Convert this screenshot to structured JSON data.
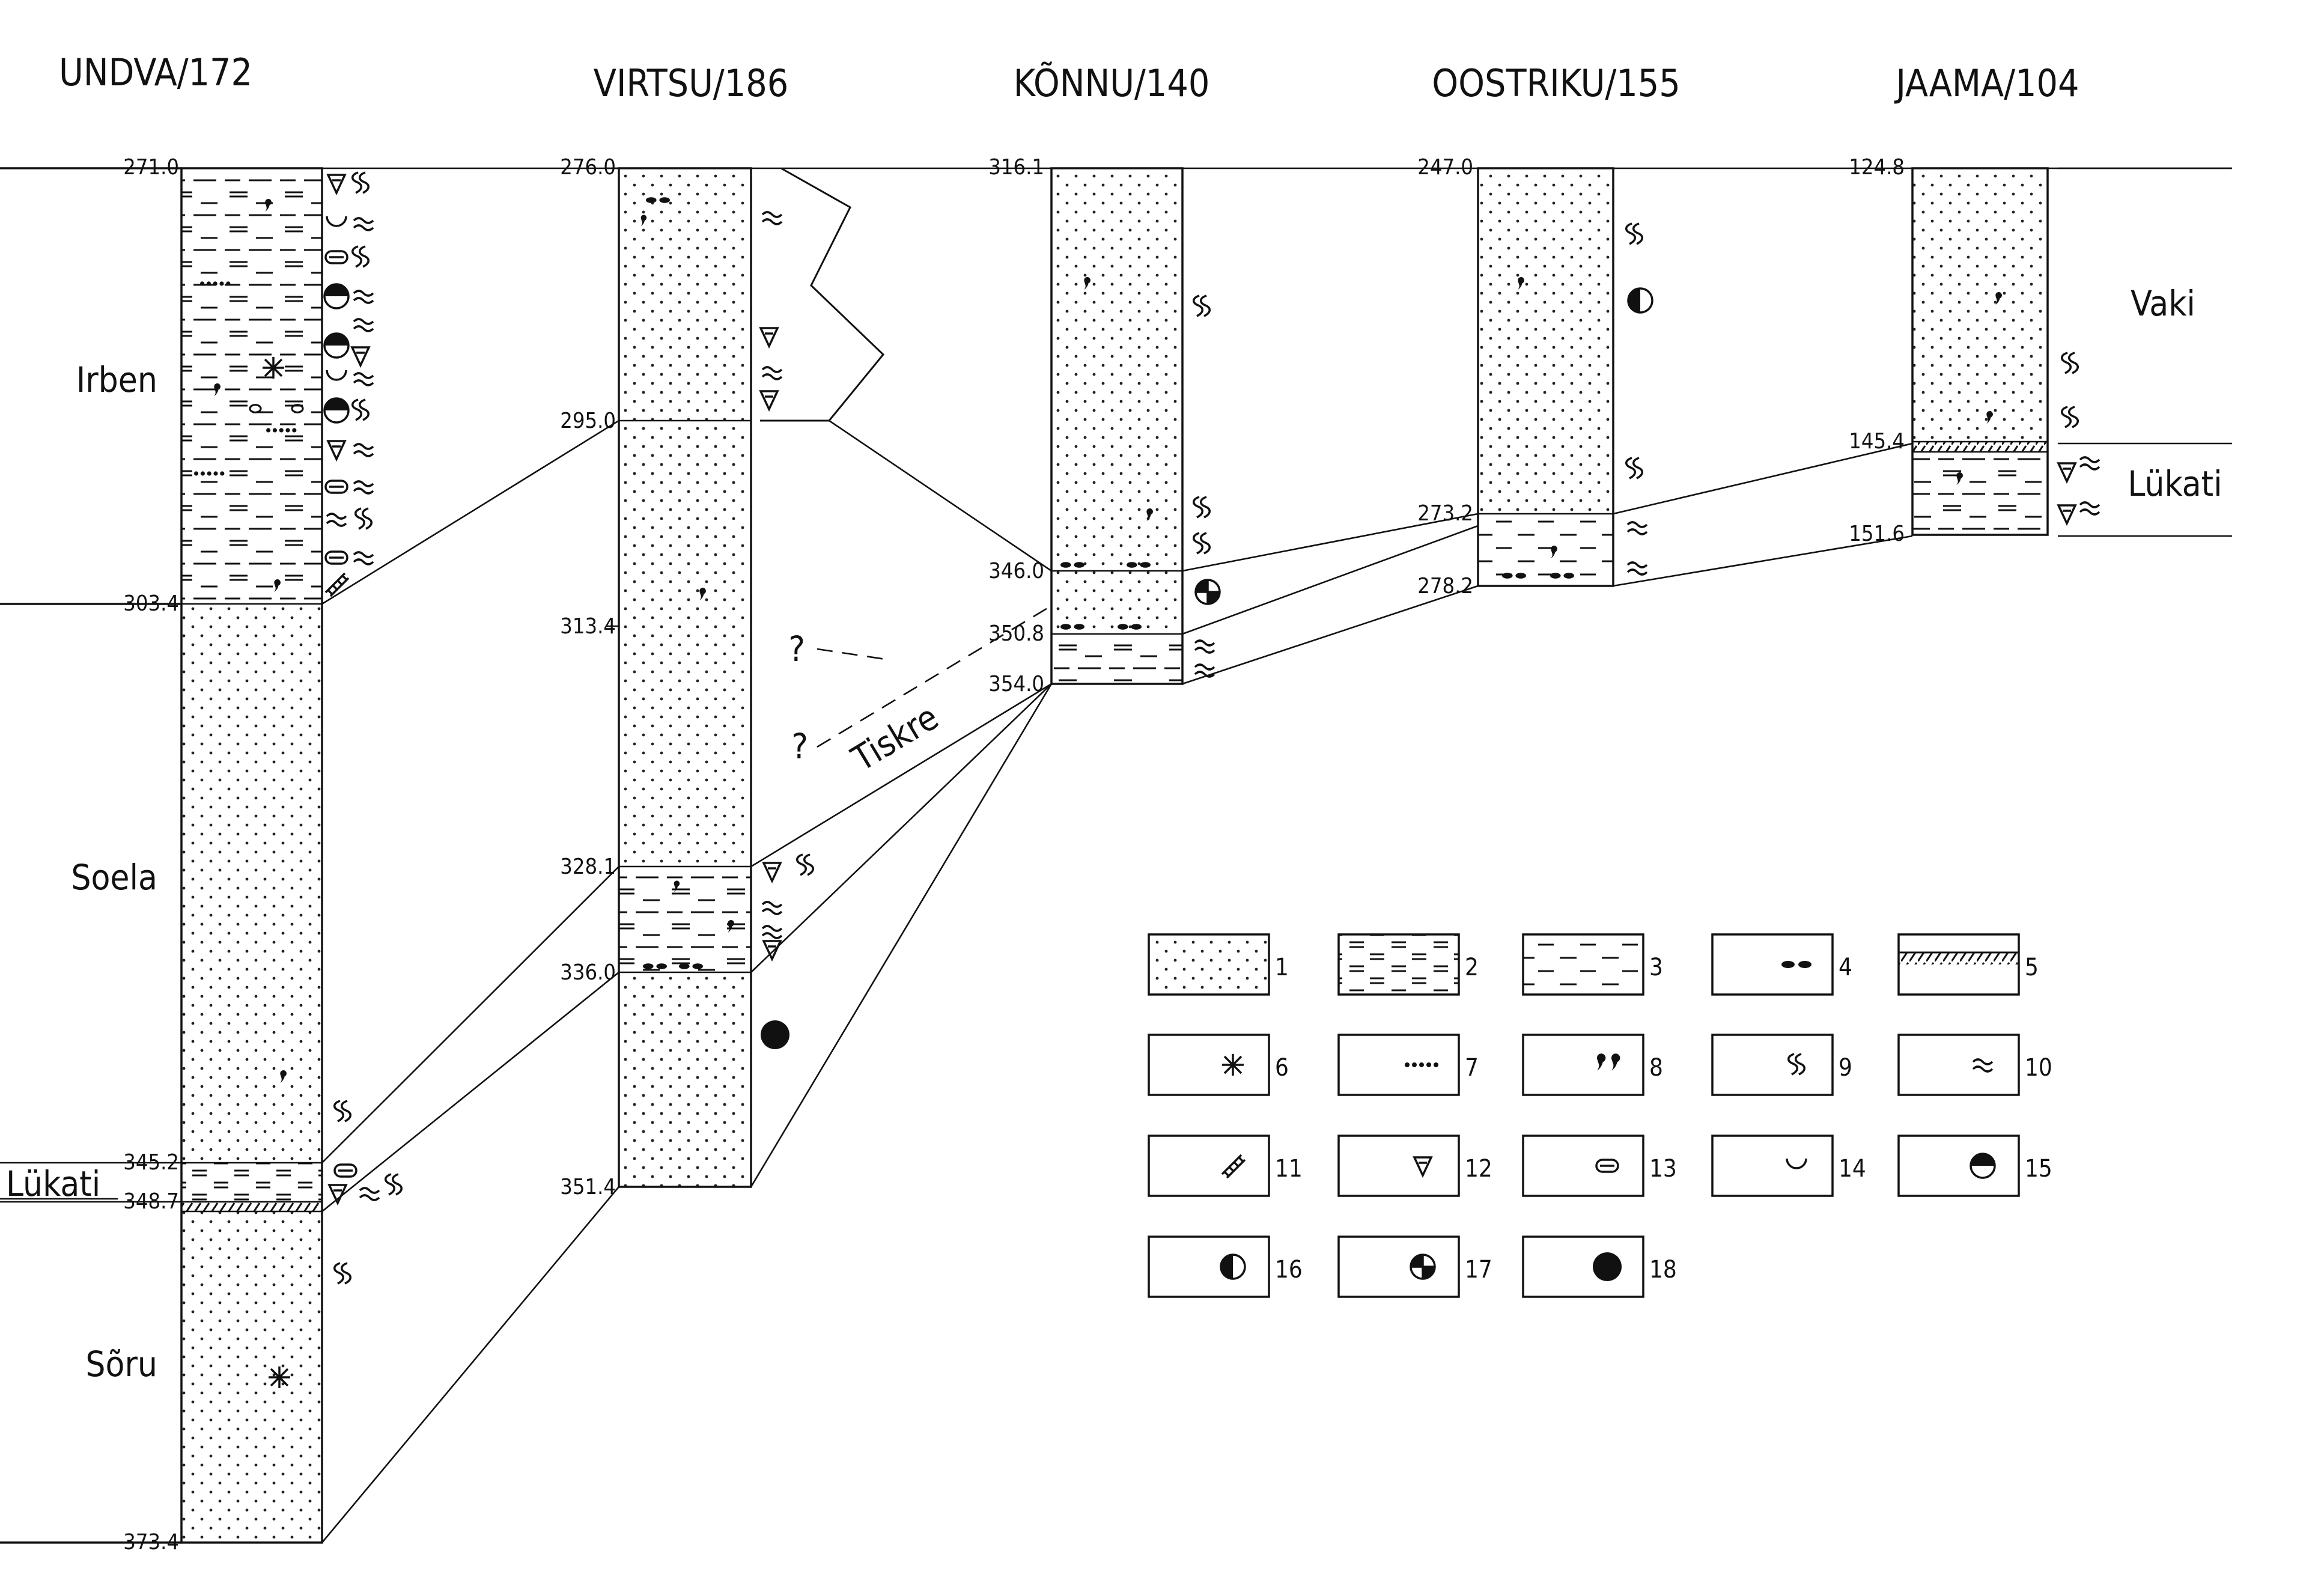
{
  "sections": [
    {
      "title": "UNDVA/172",
      "depths": [
        "271.0",
        "303.4",
        "345.2",
        "348.7",
        "373.4"
      ],
      "units": [
        "Irben",
        "Soela",
        "Lükati",
        "Sõru"
      ]
    },
    {
      "title": "VIRTSU/186",
      "depths": [
        "276.0",
        "295.0",
        "313.4",
        "328.1",
        "336.0",
        "351.4"
      ]
    },
    {
      "title": "KÕNNU/140",
      "depths": [
        "316.1",
        "346.0",
        "350.8",
        "354.0"
      ]
    },
    {
      "title": "OOSTRIKU/155",
      "depths": [
        "247.0",
        "273.2",
        "278.2"
      ]
    },
    {
      "title": "JAAMA/104",
      "depths": [
        "124.8",
        "145.4",
        "151.6"
      ],
      "units": [
        "Vaki",
        "Lükati"
      ]
    }
  ],
  "correlation": {
    "unit_label": "Tiskre",
    "question_marks": [
      "?",
      "?"
    ]
  },
  "legend": [
    {
      "num": "1",
      "pattern": "sandstone-dots"
    },
    {
      "num": "2",
      "pattern": "siltstone-dashes-pairs"
    },
    {
      "num": "3",
      "pattern": "claystone-dashes"
    },
    {
      "num": "4",
      "pattern": "clay-lenses"
    },
    {
      "num": "5",
      "pattern": "erosion-surface-hatch"
    },
    {
      "num": "6",
      "pattern": "asterisk-icon"
    },
    {
      "num": "7",
      "pattern": "dotted-line-icon"
    },
    {
      "num": "8",
      "pattern": "commas-icon"
    },
    {
      "num": "9",
      "pattern": "ss-icon"
    },
    {
      "num": "10",
      "pattern": "wavy-icon"
    },
    {
      "num": "11",
      "pattern": "ladder-icon"
    },
    {
      "num": "12",
      "pattern": "triangle-icon"
    },
    {
      "num": "13",
      "pattern": "capsule-icon"
    },
    {
      "num": "14",
      "pattern": "cup-icon"
    },
    {
      "num": "15",
      "pattern": "half-filled-circle-top-icon"
    },
    {
      "num": "16",
      "pattern": "half-filled-circle-left-icon"
    },
    {
      "num": "17",
      "pattern": "quartered-circle-icon"
    },
    {
      "num": "18",
      "pattern": "filled-circle-icon"
    }
  ]
}
